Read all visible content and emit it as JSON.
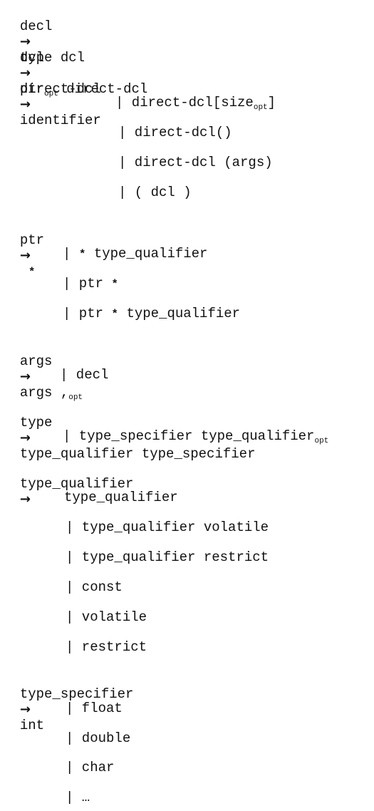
{
  "rules": {
    "decl": {
      "lhs": "decl",
      "arrow": "→",
      "rhs": "type dcl"
    },
    "dcl": {
      "lhs": "dcl",
      "arrow": "→",
      "rhs_a": "ptr",
      "rhs_a_sub": "opt",
      "rhs_b": "direct-dcl"
    },
    "direct_dcl": {
      "lhs": "direct-dcl",
      "arrow": "→",
      "rhs": "identifier",
      "alt1_a": "| direct-dcl[size",
      "alt1_sub": "opt",
      "alt1_b": "]",
      "alt2": "| direct-dcl()",
      "alt3": "| direct-dcl (args)",
      "alt4": "| ( dcl )"
    },
    "ptr": {
      "lhs": "ptr",
      "arrow": "→",
      "star": "*",
      "alt1_bar": "|",
      "alt1_rest": "type_qualifier",
      "alt2_a": "| ptr",
      "alt3_a": "| ptr",
      "alt3_b": "type_qualifier"
    },
    "args": {
      "lhs": "args",
      "arrow": "→",
      "rhs": "args ,",
      "rhs_sub": "opt",
      "alt1": "| decl"
    },
    "type": {
      "lhs": "type",
      "arrow": "→",
      "rhs": "type_qualifier type_specifier",
      "alt1_a": "| type_specifier type_qualifier",
      "alt1_sub": "opt"
    },
    "type_qualifier": {
      "lhs": "type_qualifier",
      "arrow": "→",
      "rhs": "type_qualifier",
      "alt1": "| type_qualifier volatile",
      "alt2": "| type_qualifier restrict",
      "alt3": "| const",
      "alt4": "| volatile",
      "alt5": "| restrict"
    },
    "type_specifier": {
      "lhs": "type_specifier",
      "arrow": "→",
      "rhs": "int",
      "alt1": "| float",
      "alt2": "| double",
      "alt3": "| char",
      "alt4": "| …"
    }
  }
}
